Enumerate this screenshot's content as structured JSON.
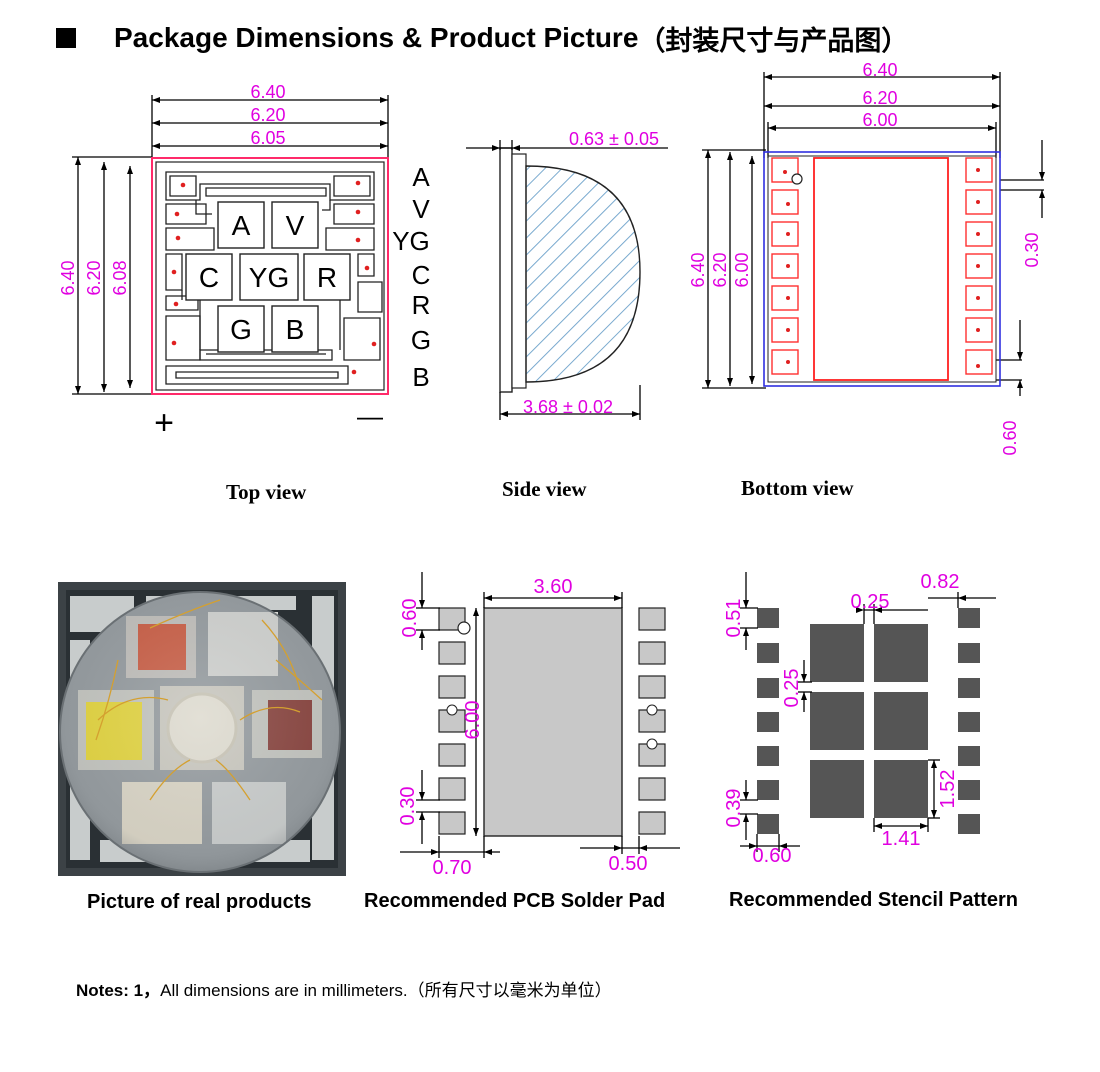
{
  "heading": {
    "marker": "■",
    "title": "Package Dimensions & Product Picture",
    "title_cn": "（封装尺寸与产品图）"
  },
  "top_view": {
    "caption": "Top view",
    "dim_640": "6.40",
    "dim_620": "6.20",
    "dim_605": "6.05",
    "dim_608": "6.08",
    "chips": [
      "A",
      "V",
      "C",
      "YG",
      "R",
      "G",
      "B"
    ],
    "pin_labels": [
      "A",
      "V",
      "YG",
      "C",
      "R",
      "G",
      "B"
    ],
    "plus": "+",
    "minus": "—"
  },
  "side_view": {
    "caption": "Side view",
    "dim_top": "0.63 ± 0.05",
    "dim_bottom": "3.68 ± 0.02"
  },
  "bottom_view": {
    "caption": "Bottom view",
    "dim_640": "6.40",
    "dim_620": "6.20",
    "dim_600": "6.00",
    "dim_030": "0.30",
    "dim_060": "0.60"
  },
  "photo": {
    "caption": "Picture of real products"
  },
  "pcb": {
    "caption": "Recommended PCB Solder Pad",
    "dim_360": "3.60",
    "dim_060": "0.60",
    "dim_600": "6.00",
    "dim_030": "0.30",
    "dim_070": "0.70",
    "dim_050": "0.50"
  },
  "stencil": {
    "caption": "Recommended Stencil Pattern",
    "dim_082": "0.82",
    "dim_025a": "0.25",
    "dim_051": "0.51",
    "dim_025b": "0.25",
    "dim_152": "1.52",
    "dim_039": "0.39",
    "dim_141": "1.41",
    "dim_060": "0.60"
  },
  "notes": {
    "label": "Notes:",
    "number": "1，",
    "text": "All dimensions are in millimeters.",
    "text_cn": "（所有尺寸以毫米为单位）"
  },
  "colors": {
    "dimension": "#e000e0",
    "outline_red": "#ff2020",
    "outline_blue": "#3030e0",
    "pad_light": "#c8c8c8",
    "pad_dark": "#555555"
  }
}
